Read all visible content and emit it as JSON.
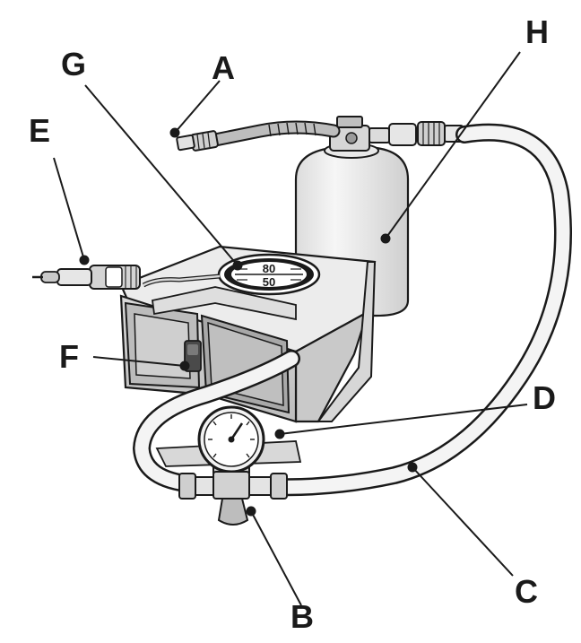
{
  "diagram": {
    "labels": {
      "A": "A",
      "B": "B",
      "C": "C",
      "D": "D",
      "E": "E",
      "F": "F",
      "G": "G",
      "H": "H"
    },
    "badge": {
      "top_value": "80",
      "bottom_value": "50"
    }
  },
  "colors": {
    "line": "#1a1a1a",
    "body_fill": "#e9e9e9",
    "shade_fill": "#cfcfcf",
    "dark_shade": "#b5b5b5",
    "hose_fill": "#f4f4f4",
    "background": "#ffffff"
  }
}
